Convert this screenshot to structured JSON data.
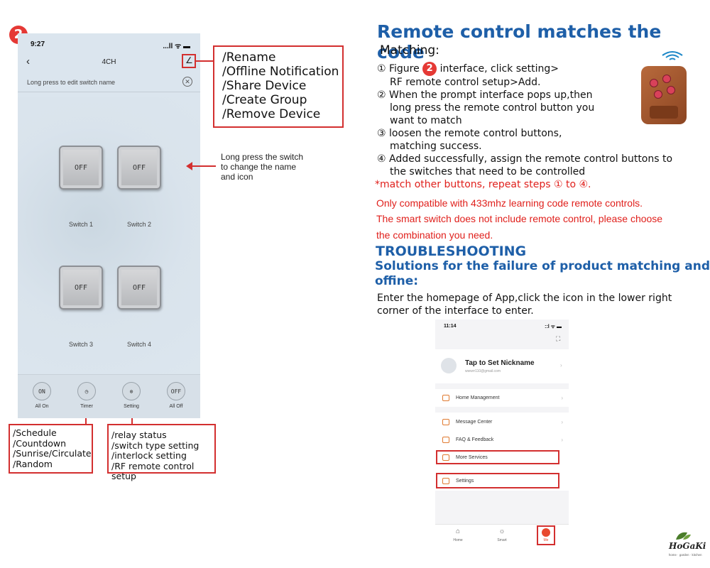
{
  "left": {
    "step_badge": "2",
    "phone": {
      "time": "9:27",
      "status_icons": "...ll ᯤ ▬",
      "back": "‹",
      "title": "4CH",
      "edit": "∠",
      "hint": "Long press to edit switch name",
      "close": "✕",
      "switches": [
        {
          "state": "OFF",
          "label": "Switch 1"
        },
        {
          "state": "OFF",
          "label": "Switch 2"
        },
        {
          "state": "OFF",
          "label": "Switch 3"
        },
        {
          "state": "OFF",
          "label": "Switch 4"
        }
      ],
      "bottom": [
        {
          "icon": "ON",
          "label": "All On"
        },
        {
          "icon": "◷",
          "label": "Timer"
        },
        {
          "icon": "⊗",
          "label": "Setting"
        },
        {
          "icon": "OFF",
          "label": "All Off"
        }
      ]
    },
    "settings_menu": [
      "/Rename",
      "/Offline Notification",
      "/Share Device",
      "/Create Group",
      "/Remove Device"
    ],
    "long_press_note": [
      "Long press the switch",
      "to change the name",
      "and icon"
    ],
    "timer_menu": [
      "/Schedule",
      "/Countdown",
      "/Sunrise/Circulate",
      "/Random"
    ],
    "setting_menu": [
      "/relay status",
      "/switch type setting",
      "/interlock setting",
      "/RF remote control setup"
    ]
  },
  "right": {
    "title": "Remote control matches the code",
    "subtitle": "Matching:",
    "step1_prefix": "① Figure",
    "step1_badge": "2",
    "step1_suffix": "interface, click setting>",
    "step1_line2": "RF remote control setup>Add.",
    "step2": [
      "② When the prompt interface pops up,then",
      "long press the remote control button you",
      "want to match"
    ],
    "step3": [
      "③ loosen the remote control buttons,",
      "matching success."
    ],
    "step4": [
      "④ Added successfully, assign the remote control buttons to",
      "the switches that need to be controlled"
    ],
    "repeat_note": "*match other buttons, repeat steps ① to ④.",
    "compat_note": "Only compatible with 433mhz learning code remote controls.",
    "no_remote_note_1": "The smart switch does not include remote control, please choose",
    "no_remote_note_2": "the combination you need.",
    "troubleshooting": "TROUBLESHOOTING",
    "solutions_1": "Solutions for the failure of product matching and",
    "solutions_2": "offine:",
    "enter_1": "Enter the homepage of App,click the icon in the lower right",
    "enter_2": "corner of the interface to enter.",
    "phone": {
      "time": "11:14",
      "status_icons": "::l ᯤ ▬",
      "scan": "⛶",
      "nickname": "Tap to Set Nickname",
      "email": "wwwrr110@gmail.com",
      "items": [
        "Home Management",
        "Message Center",
        "FAQ & Feedback",
        "More Services",
        "Settings"
      ],
      "tabs": [
        "Home",
        "Smart",
        "Me"
      ]
    },
    "logo_text": "HoGaKi",
    "logo_sub": "home · garden · kitchen"
  },
  "colors": {
    "accent_blue": "#1e5fa8",
    "red": "#d32f2f",
    "badge_red": "#e53935"
  }
}
